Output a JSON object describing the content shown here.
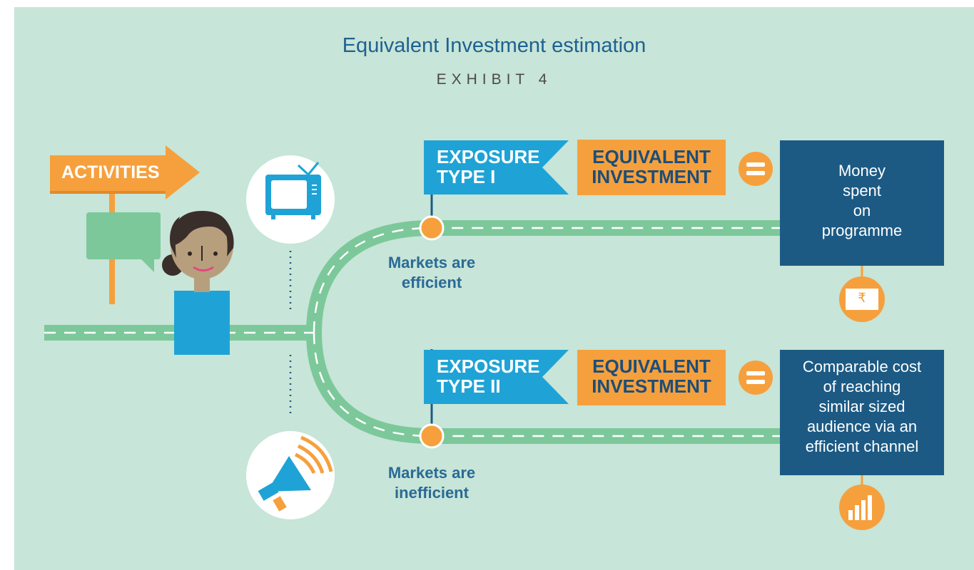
{
  "title": "Equivalent Investment estimation",
  "subtitle": "EXHIBIT 4",
  "activities_label": "ACTIVITIES",
  "exposure_1": [
    "EXPOSURE",
    "TYPE I"
  ],
  "exposure_2": [
    "EXPOSURE",
    "TYPE II"
  ],
  "equivalent_investment": [
    "EQUIVALENT",
    "INVESTMENT"
  ],
  "market_1": [
    "Markets are",
    "efficient"
  ],
  "market_2": [
    "Markets are",
    "inefficient"
  ],
  "result_1": [
    "Money",
    "spent",
    "on",
    "programme"
  ],
  "result_2": [
    "Comparable cost",
    "of reaching",
    "similar sized",
    "audience via an",
    "efficient channel"
  ],
  "rupee_symbol": "₹",
  "colors": {
    "background": "#c7e5d8",
    "road": "#7cc89a",
    "sky_blue": "#1fa3d6",
    "orange": "#f6a03d",
    "navy": "#1c5a84",
    "speech_green": "#7cc89a"
  },
  "icons": [
    "tv-icon",
    "megaphone-icon",
    "rupee-icon",
    "bar-chart-icon",
    "equals-icon",
    "woman-icon",
    "speech-bubble-icon",
    "arrow-sign-icon"
  ]
}
